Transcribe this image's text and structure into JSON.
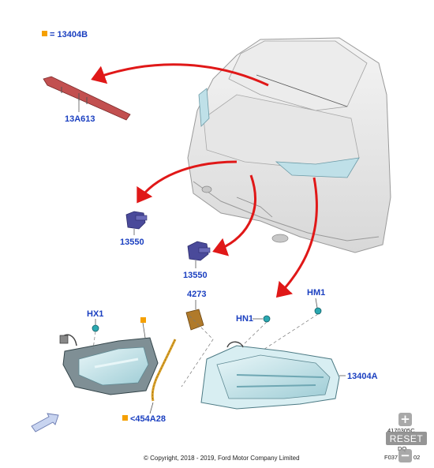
{
  "legend": {
    "marker_color": "#f5a000",
    "text": "= 13404B"
  },
  "callouts": {
    "reflector": "13A613",
    "bulb_socket_upper": "13550",
    "bulb_socket_lower": "13550",
    "module": "4273",
    "hm1": "HM1",
    "hn1": "HN1",
    "hx1": "HX1",
    "outer_lamp": "13404A",
    "seal": "<454A28"
  },
  "footer": {
    "copyright": "© Copyright, 2018 - 2019, Ford Motor Company Limited",
    "code1": "4170305C",
    "code2": "DQ",
    "code3_left": "F037",
    "code3_right": "02"
  },
  "controls": {
    "reset_label": "RESET",
    "zoom_in": "+",
    "zoom_out": "−"
  },
  "colors": {
    "arrow": "#e01818",
    "label": "#1a3fc0",
    "lamp_glass": "#bfe0e8",
    "connector": "#2aa8b0",
    "socket": "#4a4a9a"
  }
}
